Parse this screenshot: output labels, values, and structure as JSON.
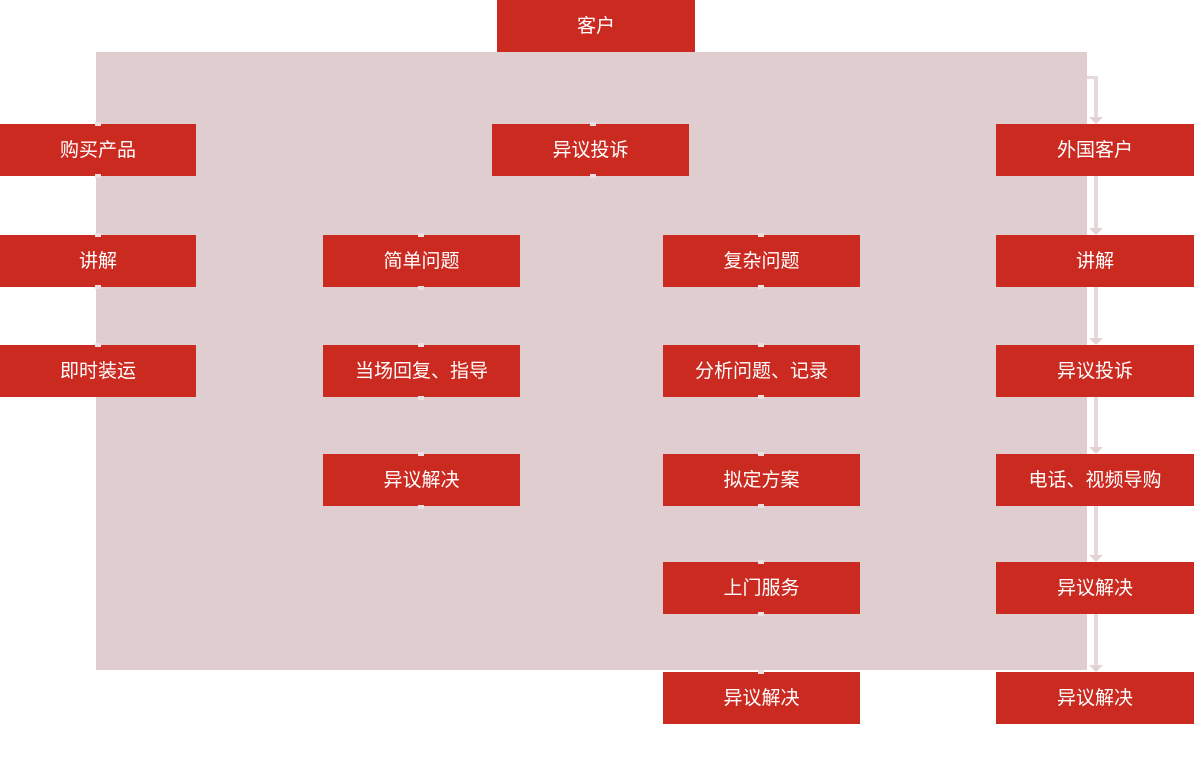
{
  "colors": {
    "box_red": "#cb2a21",
    "canvas_pink": "#dfcdcf",
    "connector": "#e7d9db",
    "arrowhead": "#e2d2d4",
    "nub": "#ecdfe1",
    "text_white": "#ffffff"
  },
  "nodes": {
    "customer": "客户",
    "purchase_product": "购买产品",
    "explain_left": "讲解",
    "immediate_shipment": "即时装运",
    "complaint_center": "异议投诉",
    "simple_issue": "简单问题",
    "onsite_reply_guidance": "当场回复、指导",
    "objection_resolved_col2": "异议解决",
    "complex_issue": "复杂问题",
    "analyze_record": "分析问题、记录",
    "draft_plan": "拟定方案",
    "door_service": "上门服务",
    "objection_resolved_col3": "异议解决",
    "foreign_customer": "外国客户",
    "explain_right": "讲解",
    "complaint_right": "异议投诉",
    "phone_video_guide": "电话、视频导购",
    "objection_resolved_right_1": "异议解决",
    "objection_resolved_right_2": "异议解决"
  }
}
